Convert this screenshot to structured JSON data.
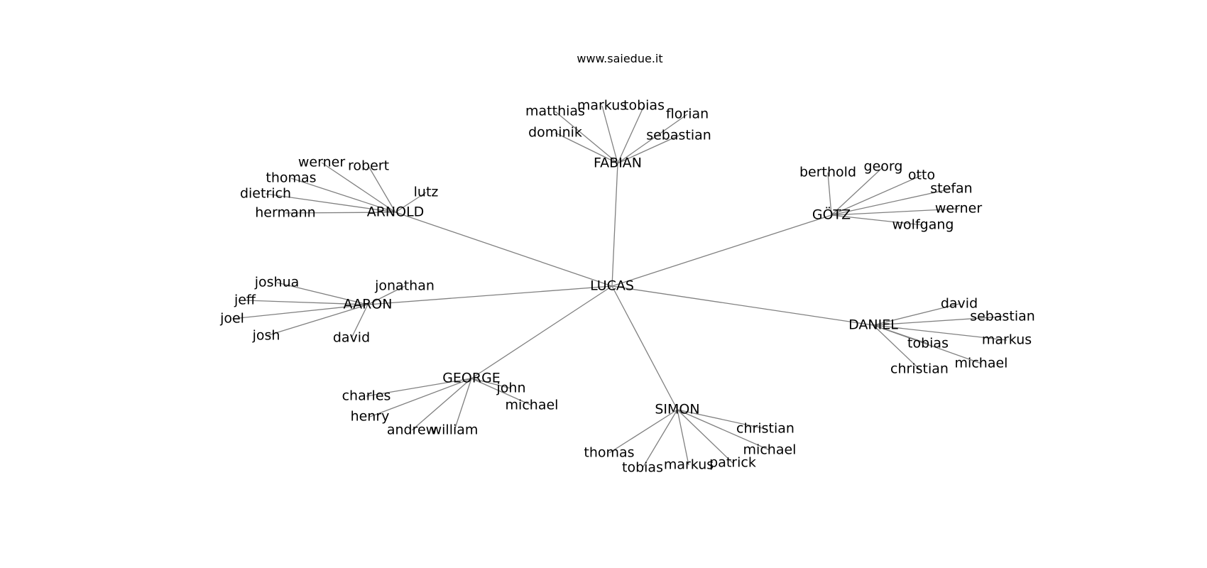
{
  "header": {
    "site": "www.saiedue.it"
  },
  "graph": {
    "root": "LUCAS",
    "hubs": [
      {
        "id": "hub-fabian",
        "label": "FABIAN",
        "leaves": [
          "matthias",
          "markus",
          "tobias",
          "florian",
          "dominik",
          "sebastian"
        ]
      },
      {
        "id": "hub-arnold",
        "label": "ARNOLD",
        "leaves": [
          "werner",
          "robert",
          "thomas",
          "lutz",
          "dietrich",
          "hermann"
        ]
      },
      {
        "id": "hub-gotz",
        "label": "GÖTZ",
        "leaves": [
          "berthold",
          "georg",
          "otto",
          "stefan",
          "werner",
          "wolfgang"
        ]
      },
      {
        "id": "hub-aaron",
        "label": "AARON",
        "leaves": [
          "joshua",
          "jonathan",
          "jeff",
          "joel",
          "josh",
          "david"
        ]
      },
      {
        "id": "hub-daniel",
        "label": "DANIEL",
        "leaves": [
          "david",
          "sebastian",
          "markus",
          "tobias",
          "michael",
          "christian"
        ]
      },
      {
        "id": "hub-george",
        "label": "GEORGE",
        "leaves": [
          "john",
          "charles",
          "michael",
          "henry",
          "andrew",
          "william"
        ]
      },
      {
        "id": "hub-simon",
        "label": "SIMON",
        "leaves": [
          "christian",
          "michael",
          "thomas",
          "tobias",
          "markus",
          "patrick"
        ]
      }
    ]
  }
}
